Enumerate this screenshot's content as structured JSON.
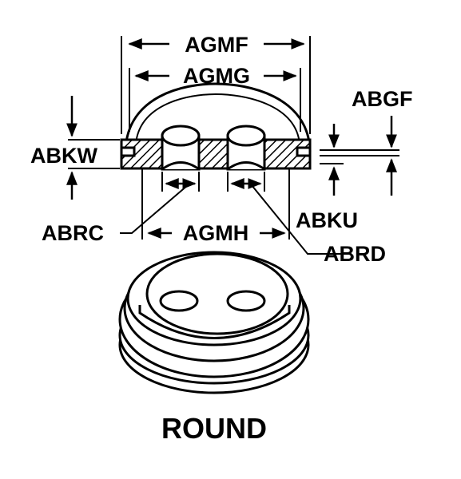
{
  "labels": {
    "agmf": "AGMF",
    "agmg": "AGMG",
    "agmh": "AGMH",
    "abgf": "ABGF",
    "abkw": "ABKW",
    "abku": "ABKU",
    "abrc": "ABRC",
    "abrd": "ABRD"
  },
  "caption": "ROUND",
  "colors": {
    "ink": "#000000",
    "paper": "#ffffff"
  }
}
